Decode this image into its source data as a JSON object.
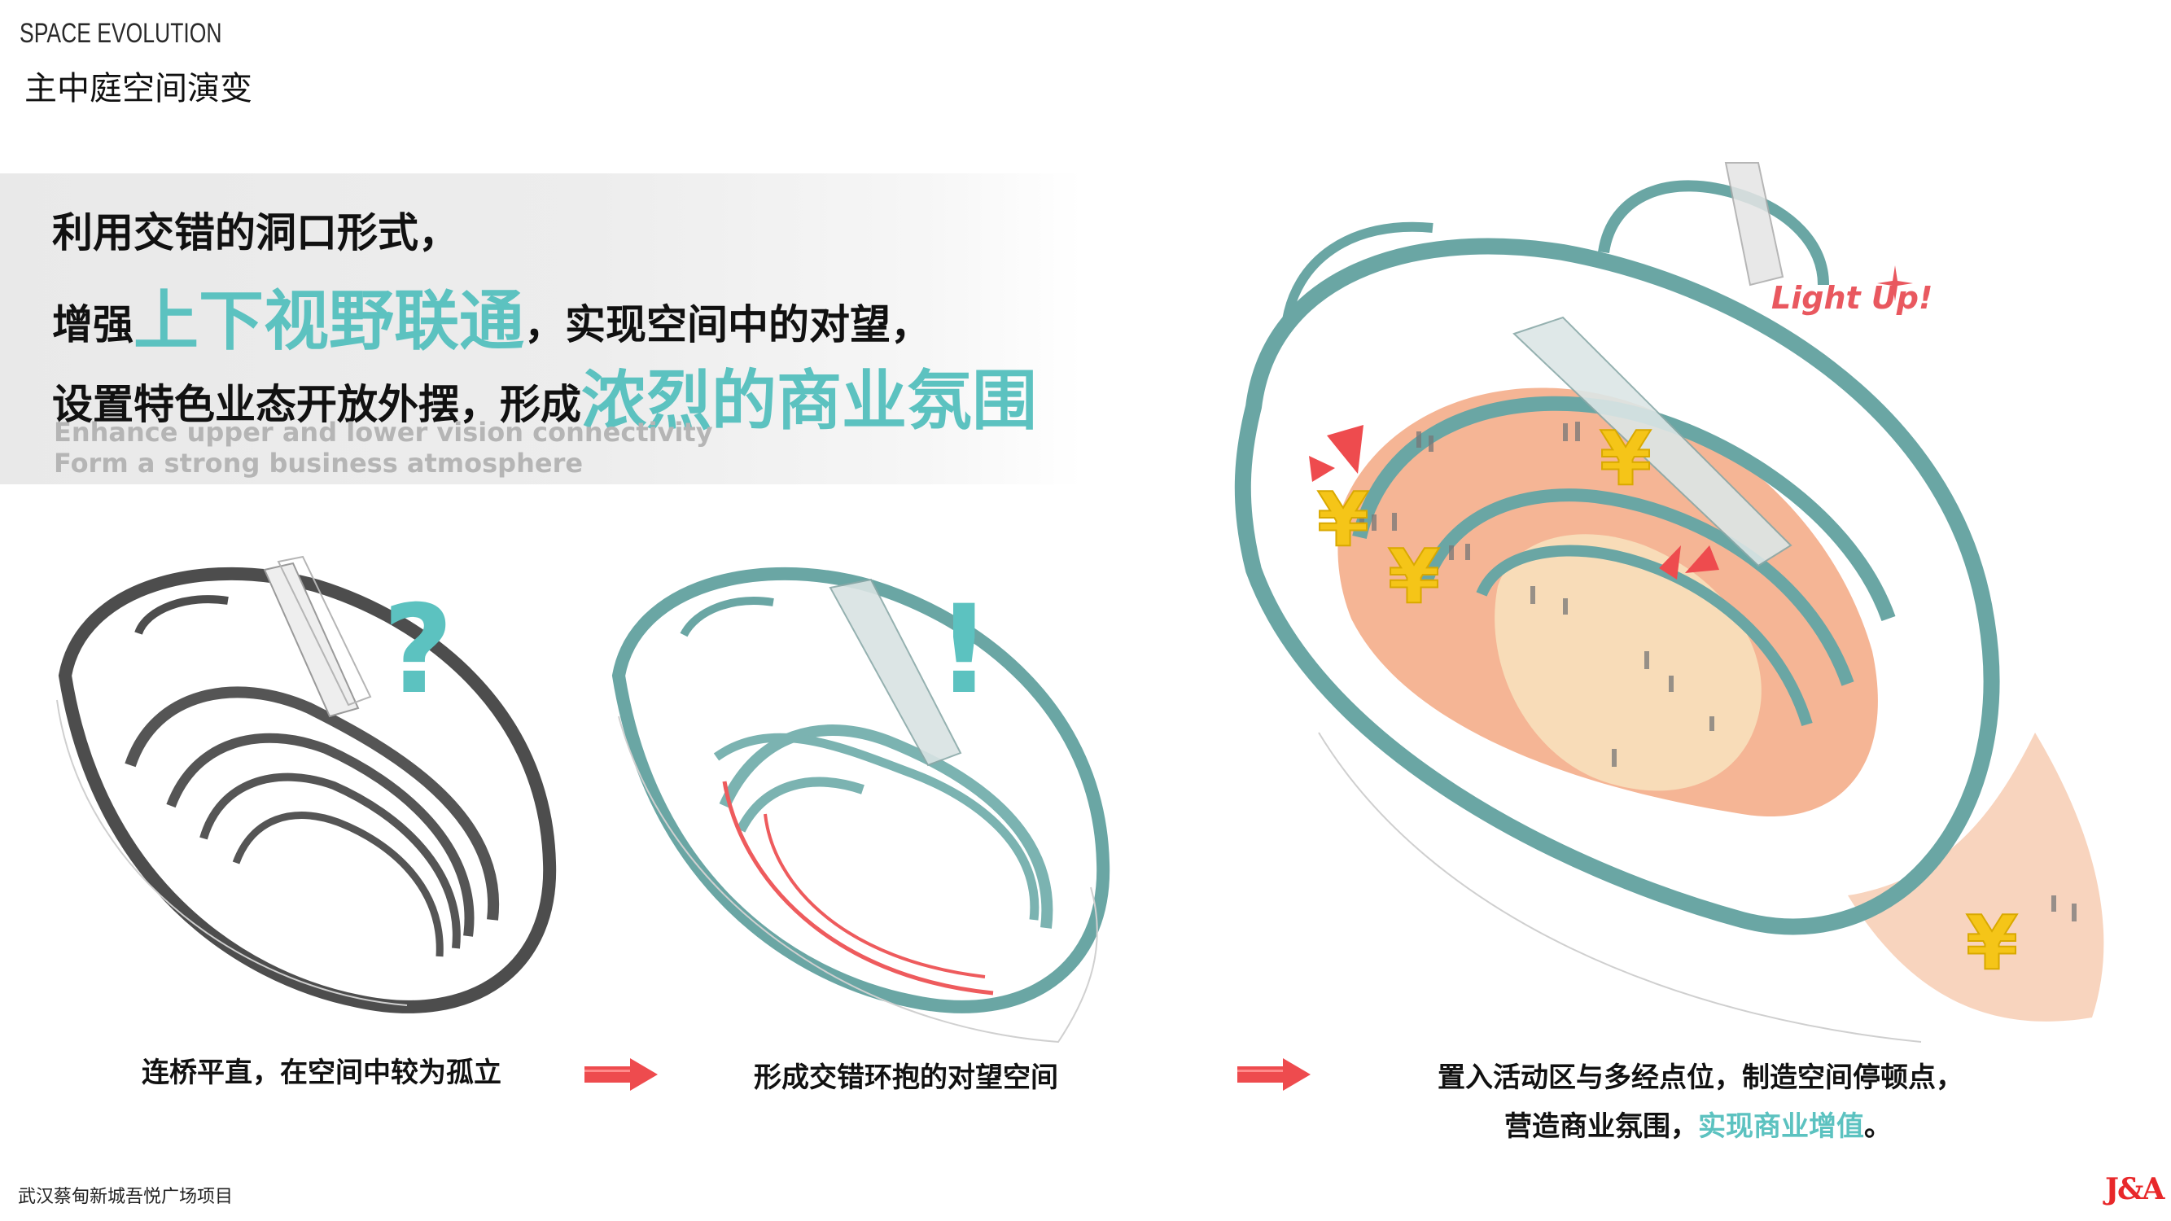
{
  "header": {
    "kicker": "SPACE EVOLUTION",
    "title": "主中庭空间演变"
  },
  "headline": {
    "line1": "利用交错的洞口形式，",
    "line2_prefix": "增强",
    "line2_highlight": "上下视野联通",
    "line2_suffix": "，实现空间中的对望，",
    "line3_prefix": "设置特色业态开放外摆，形成",
    "line3_highlight": "浓烈的商业氛围",
    "en_line1": "Enhance upper and lower vision connectivity",
    "en_line2": "Form a strong business atmosphere"
  },
  "diagrams": {
    "stage1_mark": "?",
    "stage2_mark": "!",
    "light_up": "Light Up!",
    "currency_symbol": "¥"
  },
  "captions": {
    "stage1": "连桥平直，在空间中较为孤立",
    "stage2": "形成交错环抱的对望空间",
    "stage3_line1": "置入活动区与多经点位，制造空间停顿点，",
    "stage3_line2_prefix": "营造商业氛围，",
    "stage3_line2_highlight": "实现商业增值",
    "stage3_line2_suffix": "。"
  },
  "footer": {
    "project": "武汉蔡甸新城吾悦广场项目",
    "logo": "J&A"
  },
  "colors": {
    "teal": "#5cc2c0",
    "ring_teal": "#6aa6a4",
    "ring_gray": "#555555",
    "red_accent": "#ee4b4e",
    "orange_zone": "#f3a883",
    "sand_zone": "#f8dcb8",
    "yuan_gold": "#f5c518"
  }
}
